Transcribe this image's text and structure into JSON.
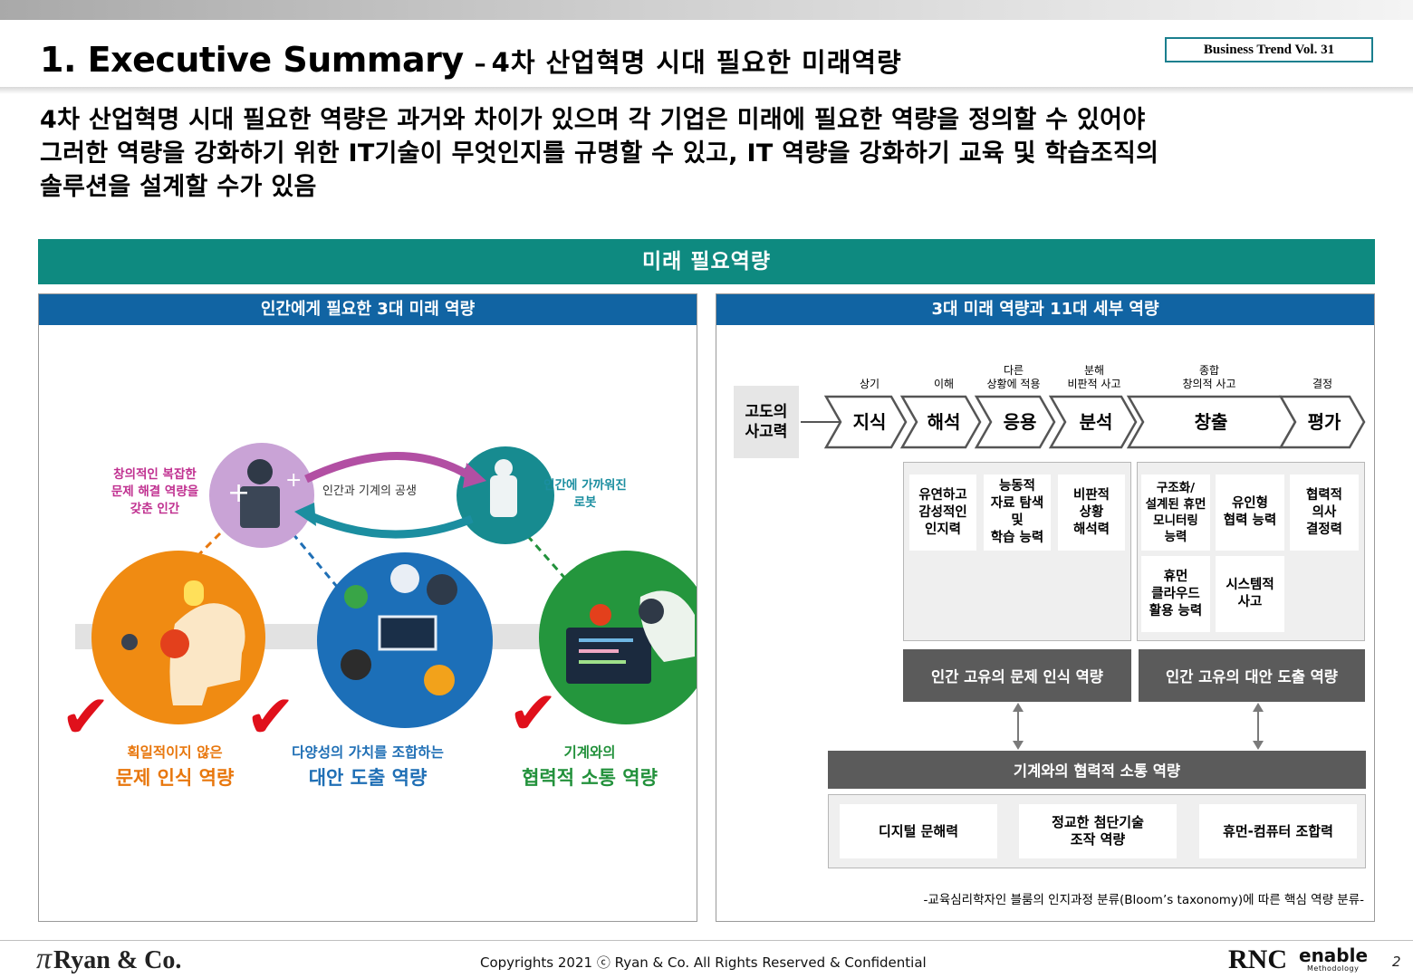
{
  "header": {
    "title_main": "1. Executive Summary",
    "title_dash": "–",
    "title_sub": "4차 산업혁명 시대 필요한 미래역량",
    "badge": "Business Trend Vol. 31"
  },
  "summary": {
    "line1": "4차 산업혁명 시대 필요한 역량은 과거와 차이가 있으며 각 기업은 미래에 필요한 역량을 정의할 수 있어야",
    "line2": "그러한 역량을 강화하기 위한 IT기술이 무엇인지를 규명할 수 있고, IT 역량을 강화하기 교육 및 학습조직의",
    "line3": "솔루션을 설계할 수가 있음"
  },
  "banner": "미래 필요역량",
  "left_panel": {
    "title": "인간에게 필요한 3대 미래 역량",
    "top_left_label": [
      "창의적인 복잡한",
      "문제 해결 역량을",
      "갖춘 인간"
    ],
    "arrow_label": "인간과 기계의 공생",
    "top_right_label": [
      "인간에 가까워진",
      "로봇"
    ],
    "competencies": [
      {
        "small": "획일적이지 않은",
        "big": "문제 인식 역량",
        "color": "#e8770d"
      },
      {
        "small": "다양성의 가치를 조합하는",
        "big": "대안 도출 역량",
        "color": "#1f6fb5"
      },
      {
        "small": "기계와의",
        "big": "협력적 소통 역량",
        "color": "#22913b"
      }
    ]
  },
  "right_panel": {
    "title": "3대 미래 역량과 11대 세부 역량",
    "start_box": [
      "고도의",
      "사고력"
    ],
    "levels": [
      {
        "label": [
          "상기"
        ],
        "stage": "지식"
      },
      {
        "label": [
          "이해"
        ],
        "stage": "해석"
      },
      {
        "label": [
          "다른",
          "상황에 적용"
        ],
        "stage": "응용"
      },
      {
        "label": [
          "분해",
          "비판적 사고"
        ],
        "stage": "분석"
      },
      {
        "label": [
          "종합",
          "창의적 사고"
        ],
        "stage": "창출"
      },
      {
        "label": [
          "결정"
        ],
        "stage": "평가"
      }
    ],
    "group1_items": [
      [
        "유연하고",
        "감성적인",
        "인지력"
      ],
      [
        "능동적",
        "자료 탐색",
        "및",
        "학습 능력"
      ],
      [
        "비판적",
        "상황",
        "해석력"
      ]
    ],
    "group2_items": [
      [
        "구조화/",
        "설계된 휴먼",
        "모니터링",
        "능력"
      ],
      [
        "유인형",
        "협력 능력"
      ],
      [
        "협력적",
        "의사",
        "결정력"
      ],
      [
        "휴먼",
        "클라우드",
        "활용 능력"
      ],
      [
        "시스템적",
        "사고"
      ]
    ],
    "bar1": "인간 고유의 문제 인식 역량",
    "bar2": "인간 고유의 대안 도출 역량",
    "bar3": "기계와의 협력적 소통 역량",
    "bottom_items": [
      "디지털 문해력",
      [
        "정교한 첨단기술",
        "조작 역량"
      ],
      "휴먼-컴퓨터 조합력"
    ],
    "source": "-교육심리학자인 블룸의 인지과정 분류(Bloom’s taxonomy)에 따른 핵심 역량 분류-"
  },
  "footer": {
    "logo_left": "Ryan & Co.",
    "copyright": "Copyrights 2021 ⓒ Ryan & Co. All Rights Reserved & Confidential",
    "logo_rnc": "RNC",
    "logo_enable": "enable",
    "logo_methodology": "Methodology",
    "page": "2"
  },
  "colors": {
    "banner": "#0e8a80",
    "panel_head": "#1164a3",
    "dark_bar": "#5b5b5b",
    "check": "#e0101b"
  }
}
